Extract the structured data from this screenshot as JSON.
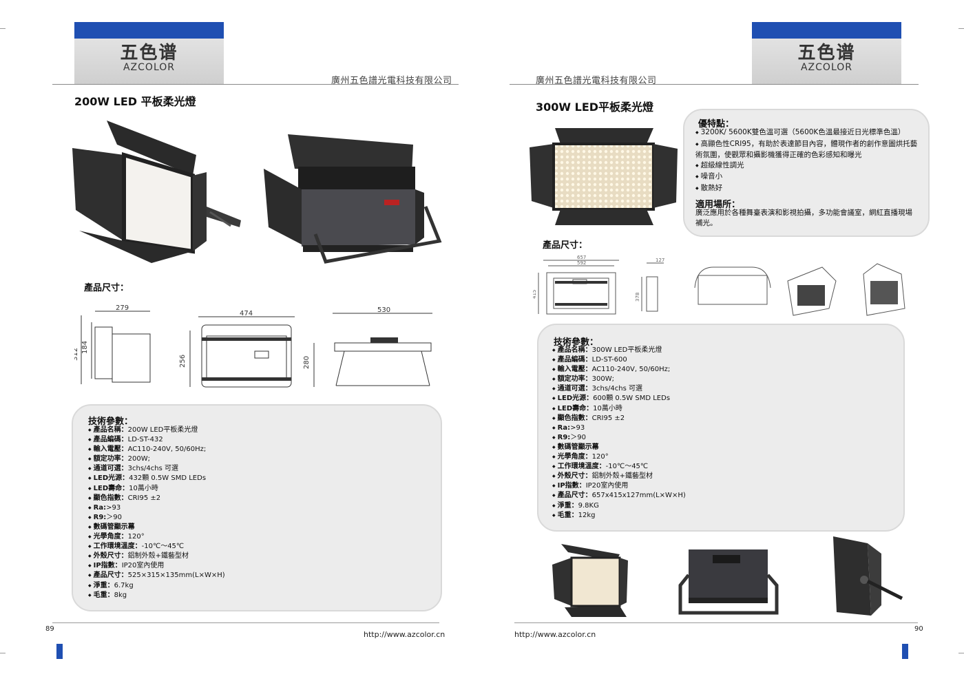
{
  "brand": {
    "name_cn": "五色谱",
    "name_en": "AZCOLOR"
  },
  "company": "廣州五色譜光電科技有限公司",
  "website": "http://www.azcolor.cn",
  "colors": {
    "brand_blue": "#1f4fb2",
    "panel_gray": "#ececec"
  },
  "left": {
    "page_number": "89",
    "title": "200W LED 平板柔光燈",
    "dims_label": "產品尺寸：",
    "dimensions": [
      "279",
      "312",
      "184",
      "474",
      "256",
      "530",
      "280"
    ],
    "specs_heading": "技術參數：",
    "specs": [
      {
        "k": "產品名稱：",
        "v": "200W LED平板柔光燈"
      },
      {
        "k": "產品編碼：",
        "v": "LD-ST-432"
      },
      {
        "k": "輸入電壓：",
        "v": "AC110-240V, 50/60Hz;"
      },
      {
        "k": "額定功率：",
        "v": "200W;"
      },
      {
        "k": "通道可選：",
        "v": "3chs/4chs 可選"
      },
      {
        "k": "LED光源：",
        "v": "432顆 0.5W SMD LEDs"
      },
      {
        "k": "LED壽命：",
        "v": "10萬小時"
      },
      {
        "k": "顯色指數：",
        "v": "CRI95 ±2"
      },
      {
        "k": "Ra:",
        "v": ">93"
      },
      {
        "k": "R9:",
        "v": "＞90"
      },
      {
        "k": "數碼管顯示幕",
        "v": ""
      },
      {
        "k": "光學角度：",
        "v": "120°"
      },
      {
        "k": "工作環境溫度：",
        "v": "-10℃～45℃"
      },
      {
        "k": "外殼尺寸：",
        "v": "鋁制外殼+鐵藝型材"
      },
      {
        "k": "IP指數：",
        "v": "IP20室內使用"
      },
      {
        "k": "產品尺寸：",
        "v": "525×315×135mm(L×W×H)"
      },
      {
        "k": "淨重：",
        "v": "6.7kg"
      },
      {
        "k": "毛重：",
        "v": "8kg"
      }
    ]
  },
  "right": {
    "page_number": "90",
    "title": "300W LED平板柔光燈",
    "features_heading": "優特點：",
    "features": [
      "3200K/ 5600K雙色溫可選（5600K色溫最接近日光標準色溫）",
      "高顯色性CRI95，有助於表達節目內容，體現作者的創作意圖烘托藝術氛圍，使觀眾和攝影機獲得正確的色彩感知和曝光",
      "超級線性調光",
      "噪音小",
      "散熱好"
    ],
    "usage_heading": "適用場所：",
    "usage_text": "廣泛應用於各種舞臺表演和影視拍攝，多功能會議室，網紅直播現場補光。",
    "dims_label": "產品尺寸：",
    "dimensions": [
      "657",
      "592",
      "415",
      "127",
      "378"
    ],
    "specs_heading": "技術參數：",
    "specs": [
      {
        "k": "產品名稱：",
        "v": "300W LED平板柔光燈"
      },
      {
        "k": "產品編碼：",
        "v": "LD-ST-600"
      },
      {
        "k": "輸入電壓：",
        "v": "AC110-240V, 50/60Hz;"
      },
      {
        "k": "額定功率：",
        "v": "300W;"
      },
      {
        "k": "通道可選：",
        "v": "3chs/4chs 可選"
      },
      {
        "k": "LED光源：",
        "v": "600顆 0.5W SMD LEDs"
      },
      {
        "k": "LED壽命：",
        "v": "10萬小時"
      },
      {
        "k": "顯色指數：",
        "v": "CRI95 ±2"
      },
      {
        "k": "Ra:",
        "v": ">93"
      },
      {
        "k": "R9:",
        "v": "＞90"
      },
      {
        "k": "數碼管顯示幕",
        "v": ""
      },
      {
        "k": "光學角度：",
        "v": "120°"
      },
      {
        "k": "工作環境溫度：",
        "v": "-10℃～45℃"
      },
      {
        "k": "外殼尺寸：",
        "v": "鋁制外殼+鐵藝型材"
      },
      {
        "k": "IP指數：",
        "v": "IP20室內使用"
      },
      {
        "k": "產品尺寸：",
        "v": "657x415x127mm(L×W×H)"
      },
      {
        "k": "淨重：",
        "v": "9.8KG"
      },
      {
        "k": "毛重：",
        "v": "12kg"
      }
    ]
  }
}
